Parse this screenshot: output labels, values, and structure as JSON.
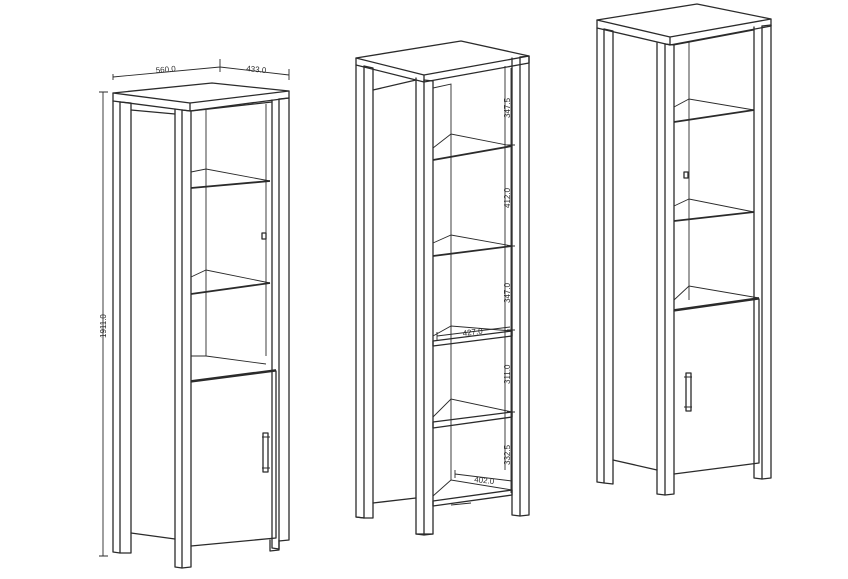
{
  "dimensions": {
    "width": "560.0",
    "depth": "433.0",
    "height": "1911.0",
    "gap_top": "347.5",
    "gap_2": "412.0",
    "gap_3": "347.0",
    "gap_4": "311.0",
    "gap_bottom": "332.5",
    "shelf_width": "427.0",
    "base_width": "402.0"
  },
  "views": [
    "closed-front-view",
    "open-shelving-view",
    "right-front-view"
  ],
  "colors": {
    "line": "#2b2b2b",
    "background": "#ffffff"
  }
}
